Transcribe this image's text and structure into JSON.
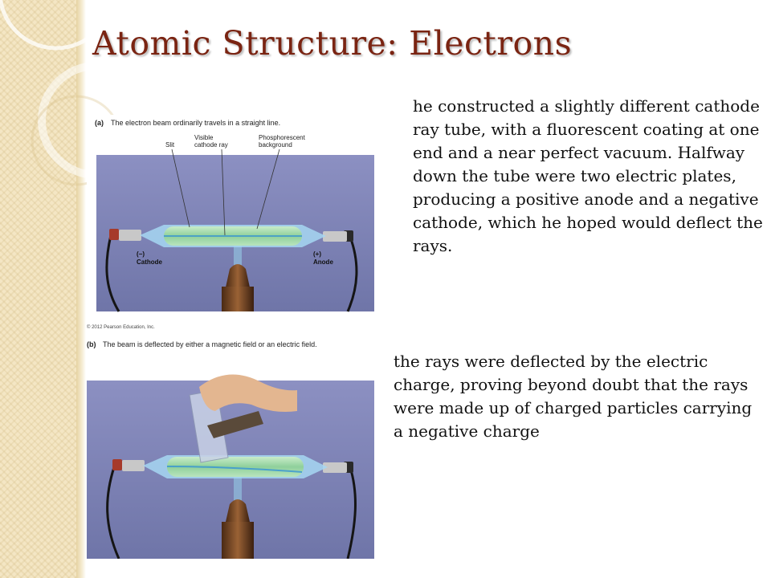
{
  "slide": {
    "title": "Atomic Structure: Electrons",
    "paragraphs": [
      "he constructed a slightly different cathode ray tube, with a fluorescent coating at one end and a near perfect vacuum. Halfway down the tube were two electric plates, producing a positive anode and a negative cathode, which he hoped would deflect the rays.",
      "the rays were deflected by the electric charge, proving beyond doubt that the rays were made up of charged particles carrying a negative charge"
    ]
  },
  "figure_a": {
    "caption_letter": "(a)",
    "caption": "The electron beam ordinarily travels in a straight line.",
    "label_slit": "Slit",
    "label_visible_1": "Visible",
    "label_visible_2": "cathode ray",
    "label_phos_1": "Phosphorescent",
    "label_phos_2": "background",
    "label_cathode_sign": "(−)",
    "label_cathode": "Cathode",
    "label_anode_sign": "(+)",
    "label_anode": "Anode",
    "copyright": "© 2012 Pearson Education, Inc."
  },
  "figure_b": {
    "caption_letter": "(b)",
    "caption": "The beam is deflected by either a magnetic field or an electric field."
  },
  "colors": {
    "title": "#7a2412",
    "photo_background": "#7d83b6",
    "tube_glow": "#9fd4a6",
    "strip": "#f4e6c4"
  }
}
